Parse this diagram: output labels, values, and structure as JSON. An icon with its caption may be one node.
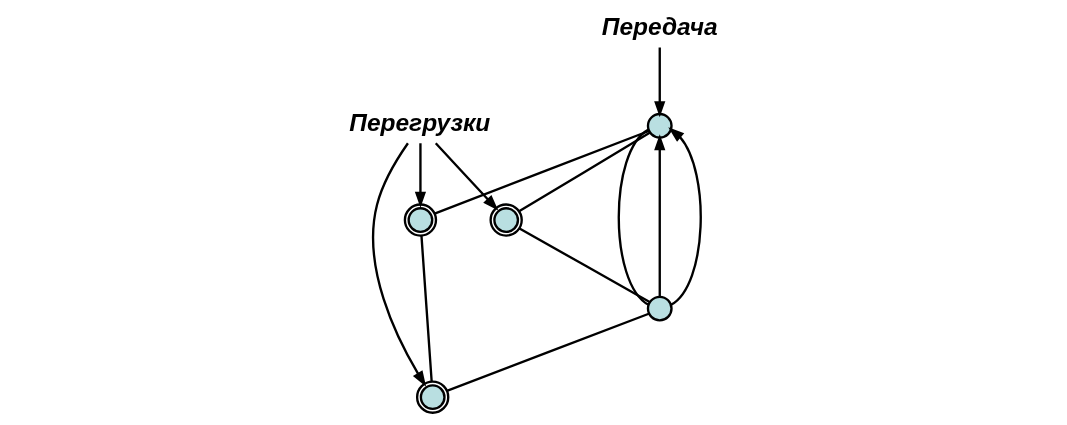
{
  "diagram": {
    "nodes": [
      {
        "text": [],
        "shape": "circle"
      },
      {
        "text": [],
        "shape": "doublecircle"
      },
      {
        "text": [],
        "shape": "doublecircle"
      },
      {
        "text": [
          "Передача"
        ]
      },
      {
        "text": [
          "Перегрузки"
        ]
      },
      {
        "text": [],
        "shape": "circle"
      },
      {
        "text": [],
        "shape": "doublecircle"
      }
    ],
    "edges": [
      {
        "from": 0,
        "to": 1,
        "arrow": "none"
      },
      {
        "from": 0,
        "to": 2,
        "arrow": "none"
      },
      {
        "from": 0,
        "to": 5,
        "arrow": "none"
      },
      {
        "from": 1,
        "to": 5,
        "arrow": "none"
      },
      {
        "from": 2,
        "to": 6,
        "arrow": "none"
      },
      {
        "from": 5,
        "to": 6,
        "arrow": "none"
      },
      {
        "from": 5,
        "to": 0,
        "arrow": "to"
      },
      {
        "from": 5,
        "to": 0,
        "arrow": "to"
      },
      {
        "from": 3,
        "to": 0,
        "arrow": "to"
      },
      {
        "from": 4,
        "to": 1,
        "arrow": "to"
      },
      {
        "from": 4,
        "to": 2,
        "arrow": "to"
      },
      {
        "from": 4,
        "to": 6,
        "arrow": "to"
      }
    ]
  }
}
